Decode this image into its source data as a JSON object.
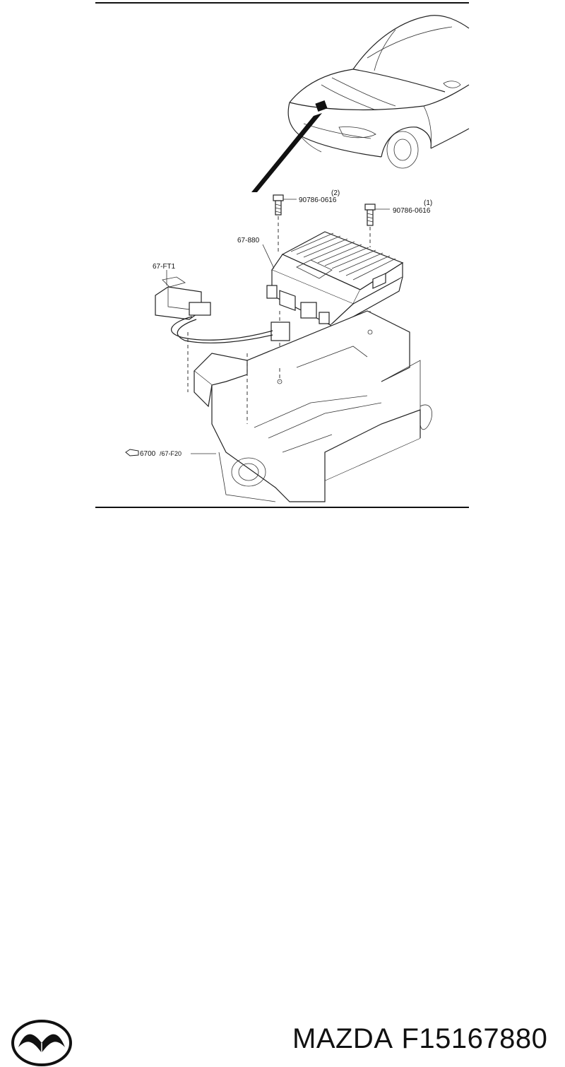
{
  "diagram": {
    "callouts": {
      "bolt_upper": "90786-0616",
      "bolt_upper_qty": "(2)",
      "bolt_right": "90786-0616",
      "bolt_right_qty": "(1)",
      "module": "67-880",
      "connector": "67-FT1",
      "bracket_ref": "6700",
      "bracket_sub": "/67-F20"
    }
  },
  "caption": {
    "brand": "MAZDA",
    "part_number": "F15167880",
    "logo_name": "mazda-logo-icon"
  },
  "colors": {
    "ink": "#111111",
    "background": "#ffffff"
  }
}
